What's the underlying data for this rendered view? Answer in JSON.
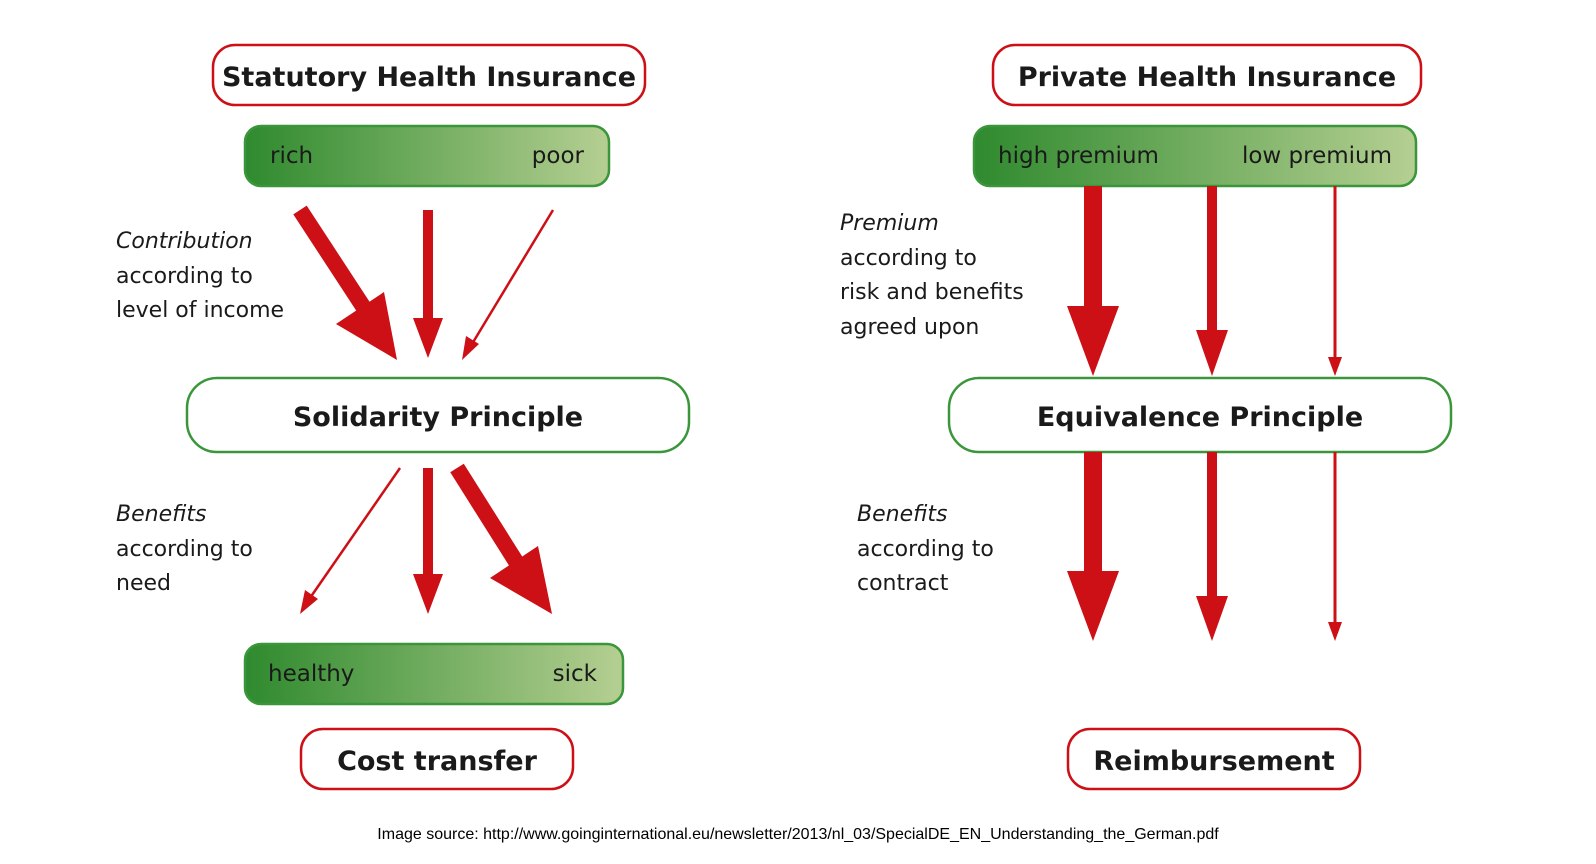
{
  "colors": {
    "red": "#cc1016",
    "green_dark": "#2f8a2e",
    "green_light": "#b5cf92",
    "green_border": "#3a963a",
    "text": "#1a1a1a"
  },
  "statutory": {
    "title": "Statutory Health Insurance",
    "scale_left": "rich",
    "scale_right": "poor",
    "contribution_em": "Contribution",
    "contribution_lines": [
      "according to",
      "level of income"
    ],
    "principle": "Solidarity Principle",
    "benefits_em": "Benefits",
    "benefits_lines": [
      "according to",
      "need"
    ],
    "outcome_left": "healthy",
    "outcome_right": "sick",
    "result": "Cost transfer"
  },
  "private": {
    "title": "Private Health Insurance",
    "scale_left": "high premium",
    "scale_right": "low premium",
    "premium_em": "Premium",
    "premium_lines": [
      "according to",
      "risk and benefits",
      "agreed upon"
    ],
    "principle": "Equivalence Principle",
    "benefits_em": "Benefits",
    "benefits_lines": [
      "according to",
      "contract"
    ],
    "result": "Reimbursement"
  },
  "source": "Image source: http://www.goinginternational.eu/newsletter/2013/nl_03/SpecialDE_EN_Understanding_the_German.pdf"
}
